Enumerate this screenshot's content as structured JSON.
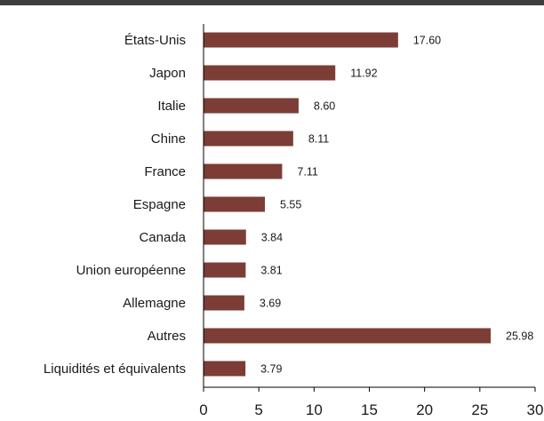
{
  "chart_data": {
    "type": "bar",
    "orientation": "horizontal",
    "title": "",
    "xlabel": "",
    "ylabel": "",
    "categories": [
      "États-Unis",
      "Japon",
      "Italie",
      "Chine",
      "France",
      "Espagne",
      "Canada",
      "Union européenne",
      "Allemagne",
      "Autres",
      "Liquidités et équivalents"
    ],
    "values": [
      17.6,
      11.92,
      8.6,
      8.11,
      7.11,
      5.55,
      3.84,
      3.81,
      3.69,
      25.98,
      3.79
    ],
    "value_labels": [
      "17.60",
      "11.92",
      "8.60",
      "8.11",
      "7.11",
      "5.55",
      "3.84",
      "3.81",
      "3.69",
      "25.98",
      "3.79"
    ],
    "xlim": [
      0,
      30
    ],
    "xticks": [
      0,
      5,
      10,
      15,
      20,
      25,
      30
    ],
    "xtick_labels": [
      "0",
      "5",
      "10",
      "15",
      "20",
      "25",
      "30"
    ],
    "grid": false,
    "legend": "none",
    "bar_color": "#7b3d35",
    "axis_color": "#000000",
    "top_rule_color": "#3d3d3d"
  }
}
